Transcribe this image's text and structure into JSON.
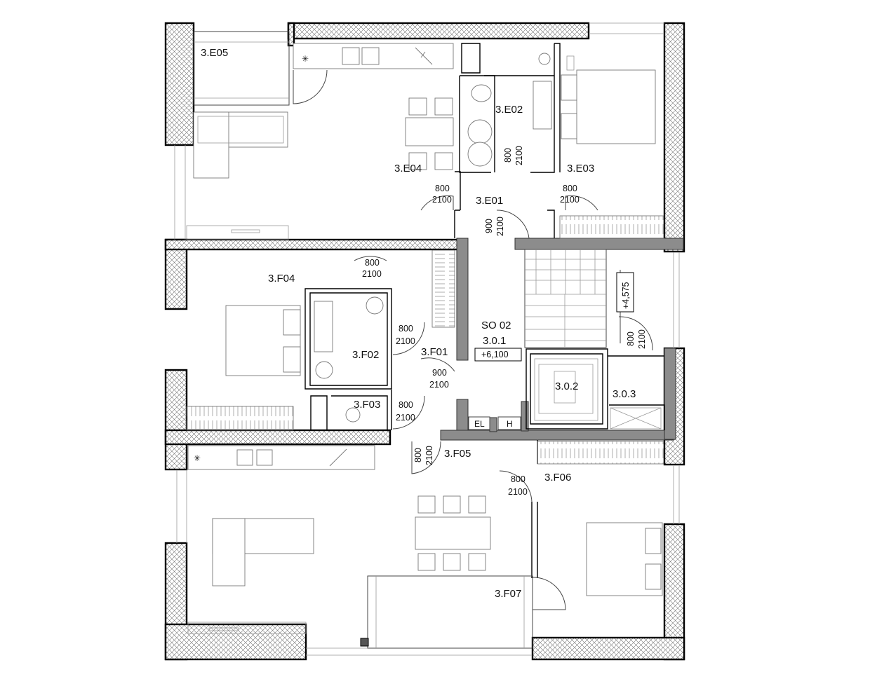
{
  "rooms": {
    "e05": "3.E05",
    "e04": "3.E04",
    "e02": "3.E02",
    "e03": "3.E03",
    "e01": "3.E01",
    "f04": "3.F04",
    "f02": "3.F02",
    "f01": "3.F01",
    "f03": "3.F03",
    "f05": "3.F05",
    "f06": "3.F06",
    "f07": "3.F07",
    "so02": "SO 02",
    "r301": "3.0.1",
    "r302": "3.0.2",
    "r303": "3.0.3"
  },
  "levels": {
    "main": "+6,100",
    "stair": "+4,575"
  },
  "shafts": {
    "el": "EL",
    "h": "H"
  },
  "doors": {
    "d800": "800",
    "d900": "900",
    "h2100": "2100"
  }
}
